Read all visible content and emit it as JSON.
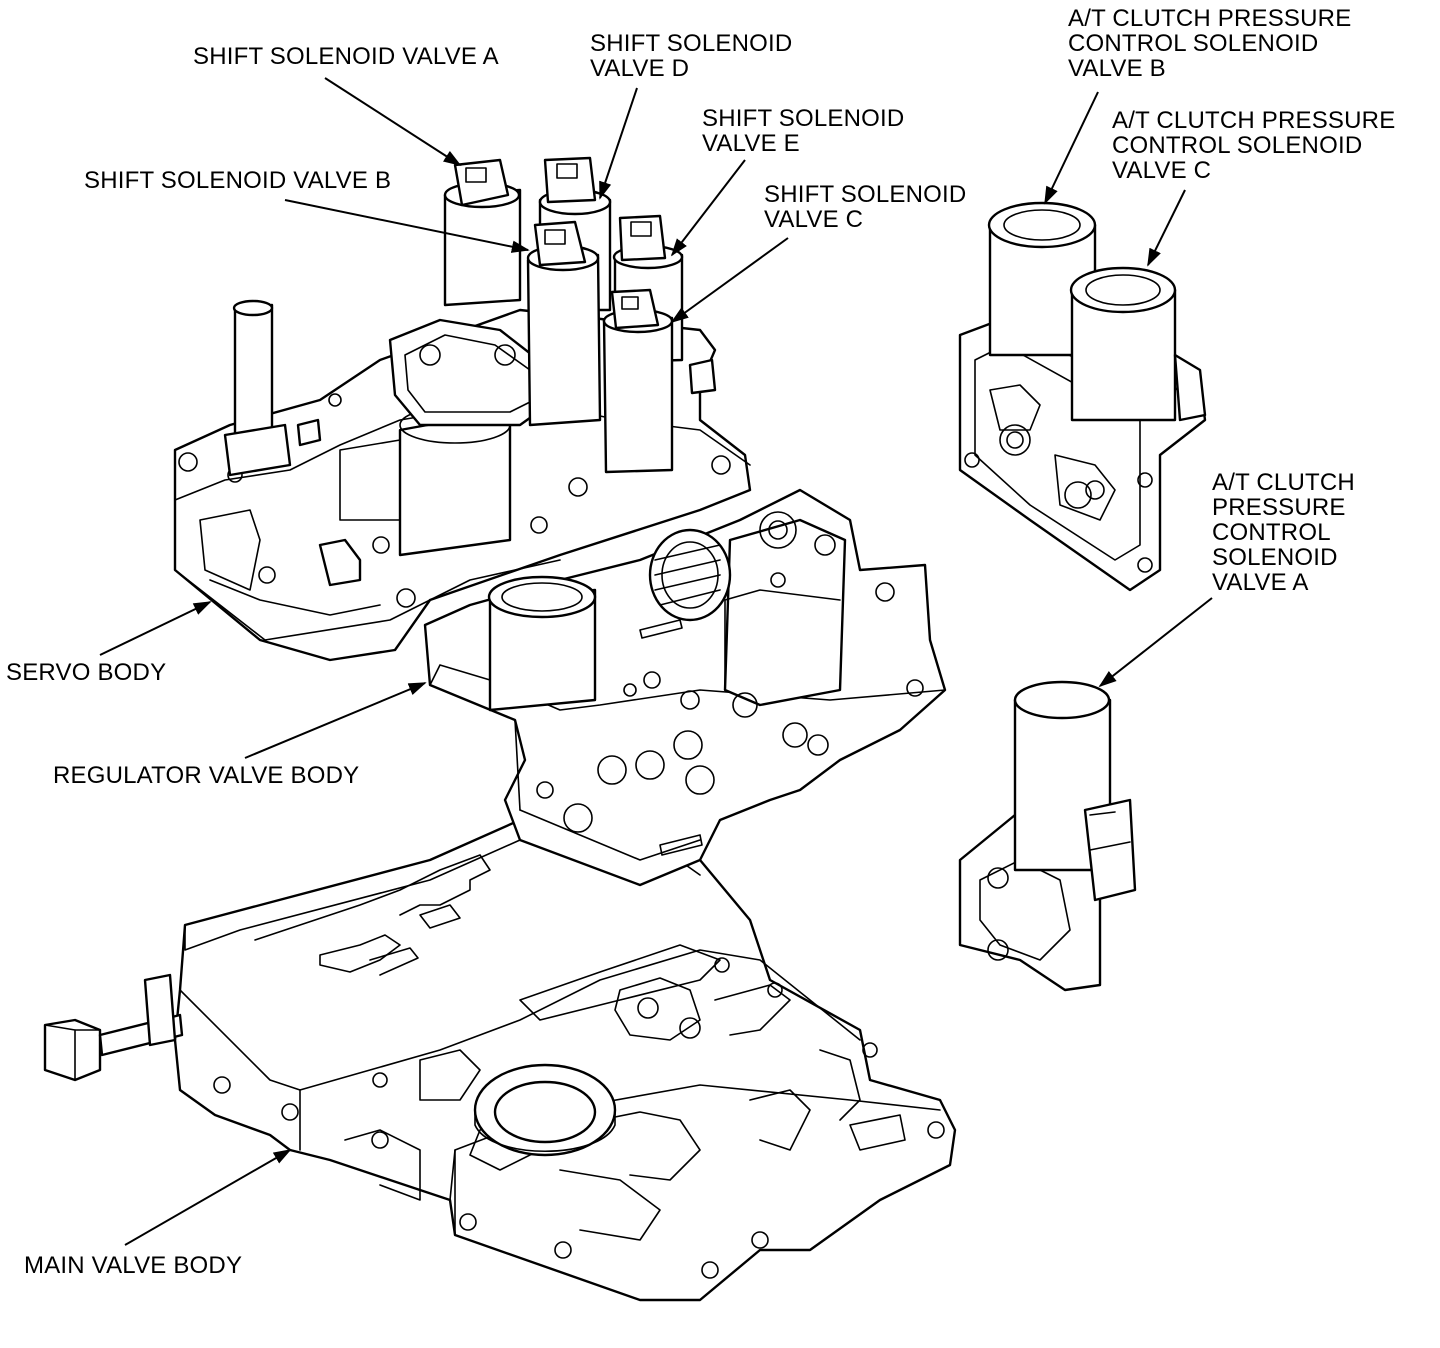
{
  "labels": {
    "shift_a": [
      "SHIFT SOLENOID VALVE A"
    ],
    "shift_d": [
      "SHIFT SOLENOID",
      "VALVE D"
    ],
    "shift_e": [
      "SHIFT SOLENOID",
      "VALVE E"
    ],
    "shift_b": [
      "SHIFT SOLENOID VALVE B"
    ],
    "shift_c": [
      "SHIFT SOLENOID",
      "VALVE C"
    ],
    "clutch_b": [
      "A/T CLUTCH PRESSURE",
      "CONTROL SOLENOID",
      "VALVE B"
    ],
    "clutch_c": [
      "A/T CLUTCH PRESSURE",
      "CONTROL SOLENOID",
      "VALVE C"
    ],
    "clutch_a": [
      "A/T CLUTCH",
      "PRESSURE",
      "CONTROL",
      "SOLENOID",
      "VALVE A"
    ],
    "servo": [
      "SERVO BODY"
    ],
    "regulator": [
      "REGULATOR VALVE BODY"
    ],
    "main": [
      "MAIN VALVE BODY"
    ]
  }
}
